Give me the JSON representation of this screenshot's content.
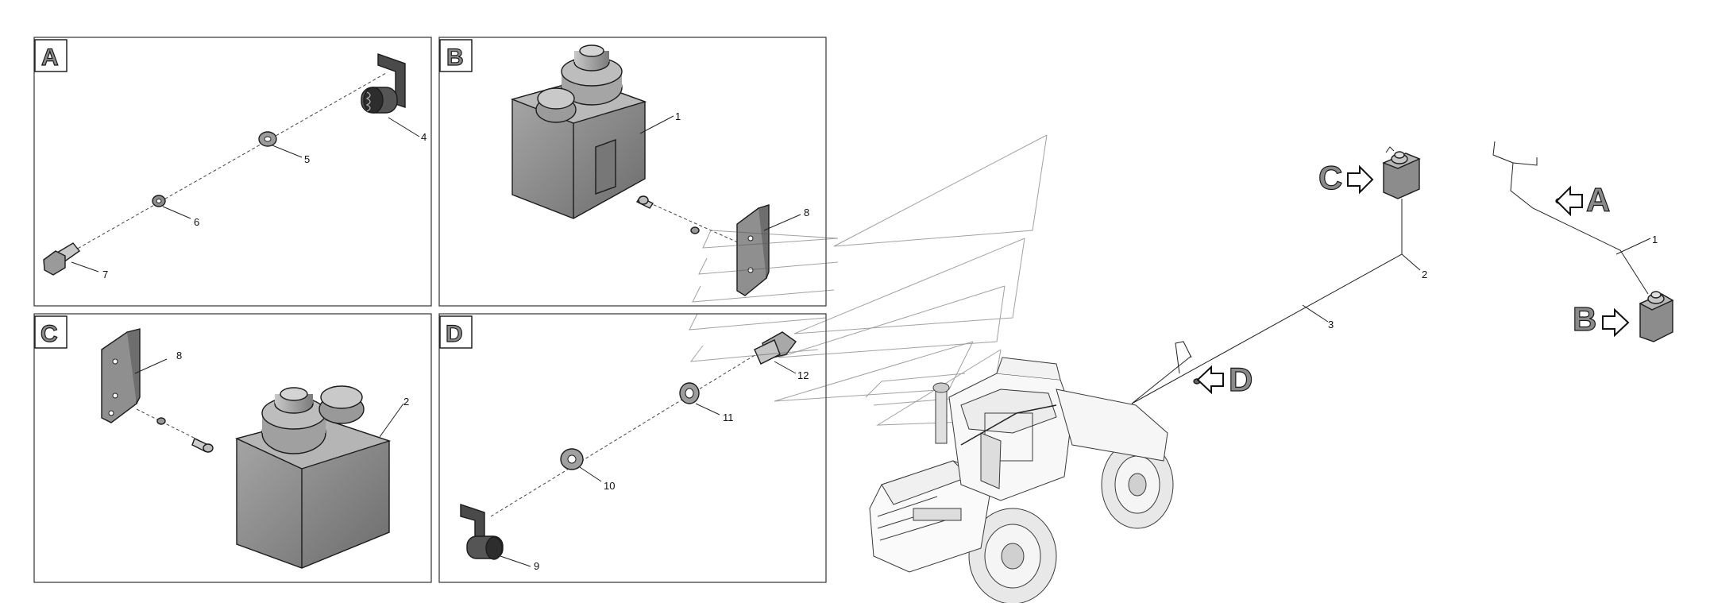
{
  "panels": [
    {
      "id": "A",
      "letter": "A"
    },
    {
      "id": "B",
      "letter": "B"
    },
    {
      "id": "C",
      "letter": "C"
    },
    {
      "id": "D",
      "letter": "D"
    }
  ],
  "callouts": {
    "a4": "4",
    "a5": "5",
    "a6": "6",
    "a7": "7",
    "b1": "1",
    "b8": "8",
    "c8": "8",
    "c2": "2",
    "d12": "12",
    "d11": "11",
    "d10": "10",
    "d9": "9",
    "m1": "1",
    "m2": "2",
    "m3": "3"
  },
  "view_markers": {
    "C": "C",
    "D": "D",
    "A": "A",
    "B": "B"
  },
  "colors": {
    "part_fill": "#8c8c8c",
    "part_dark": "#5e5e5e",
    "part_light": "#b5b5b5",
    "frame": "#333333",
    "letter_fill": "#8a8a8a"
  }
}
